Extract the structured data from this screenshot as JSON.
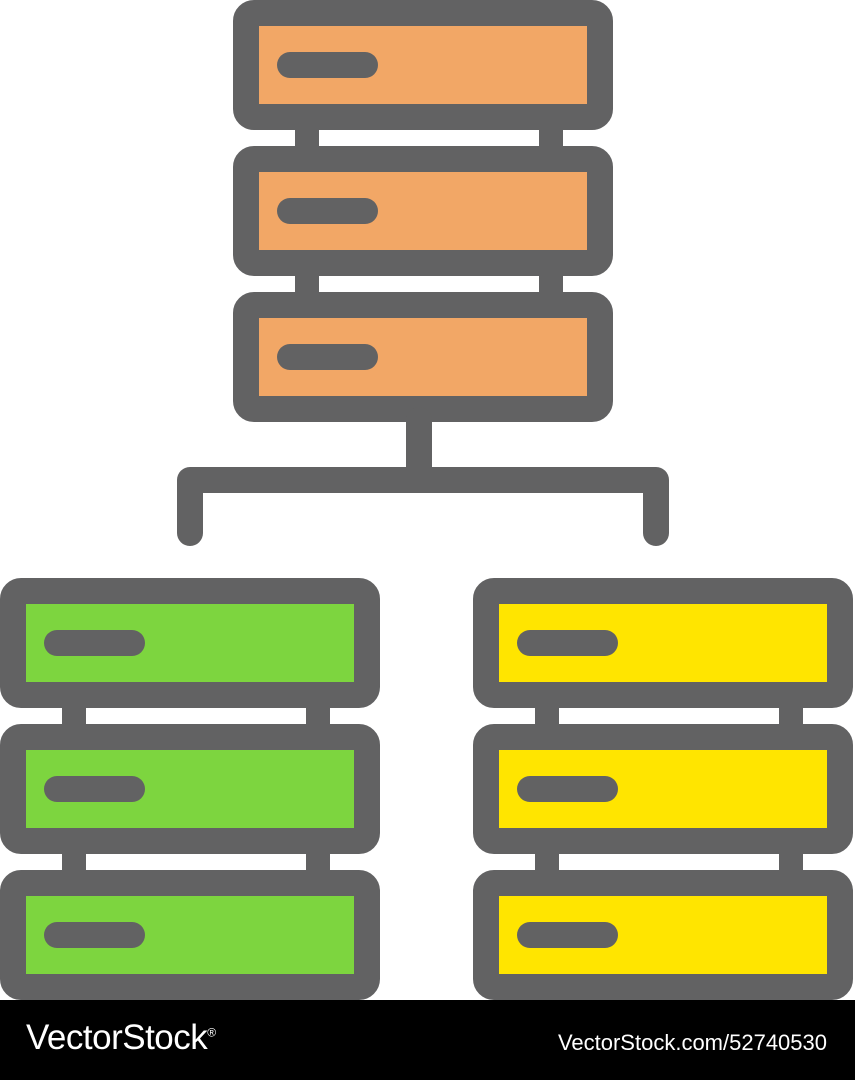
{
  "diagram": {
    "description_icons": [
      "server-rack-icon",
      "server-unit-icon",
      "network-connector-icon"
    ],
    "colors": {
      "outline": "#626263",
      "top_stack": "#F2A766",
      "left_stack": "#7DD53F",
      "right_stack": "#FFE500",
      "background": "#FFFFFF"
    },
    "stacks": [
      {
        "id": "top",
        "units": 3,
        "color_key": "top_stack"
      },
      {
        "id": "left",
        "units": 3,
        "color_key": "left_stack"
      },
      {
        "id": "right",
        "units": 3,
        "color_key": "right_stack"
      }
    ]
  },
  "footer": {
    "brand": "VectorStock",
    "registered_mark": "®",
    "credit": "VectorStock.com/52740530"
  }
}
